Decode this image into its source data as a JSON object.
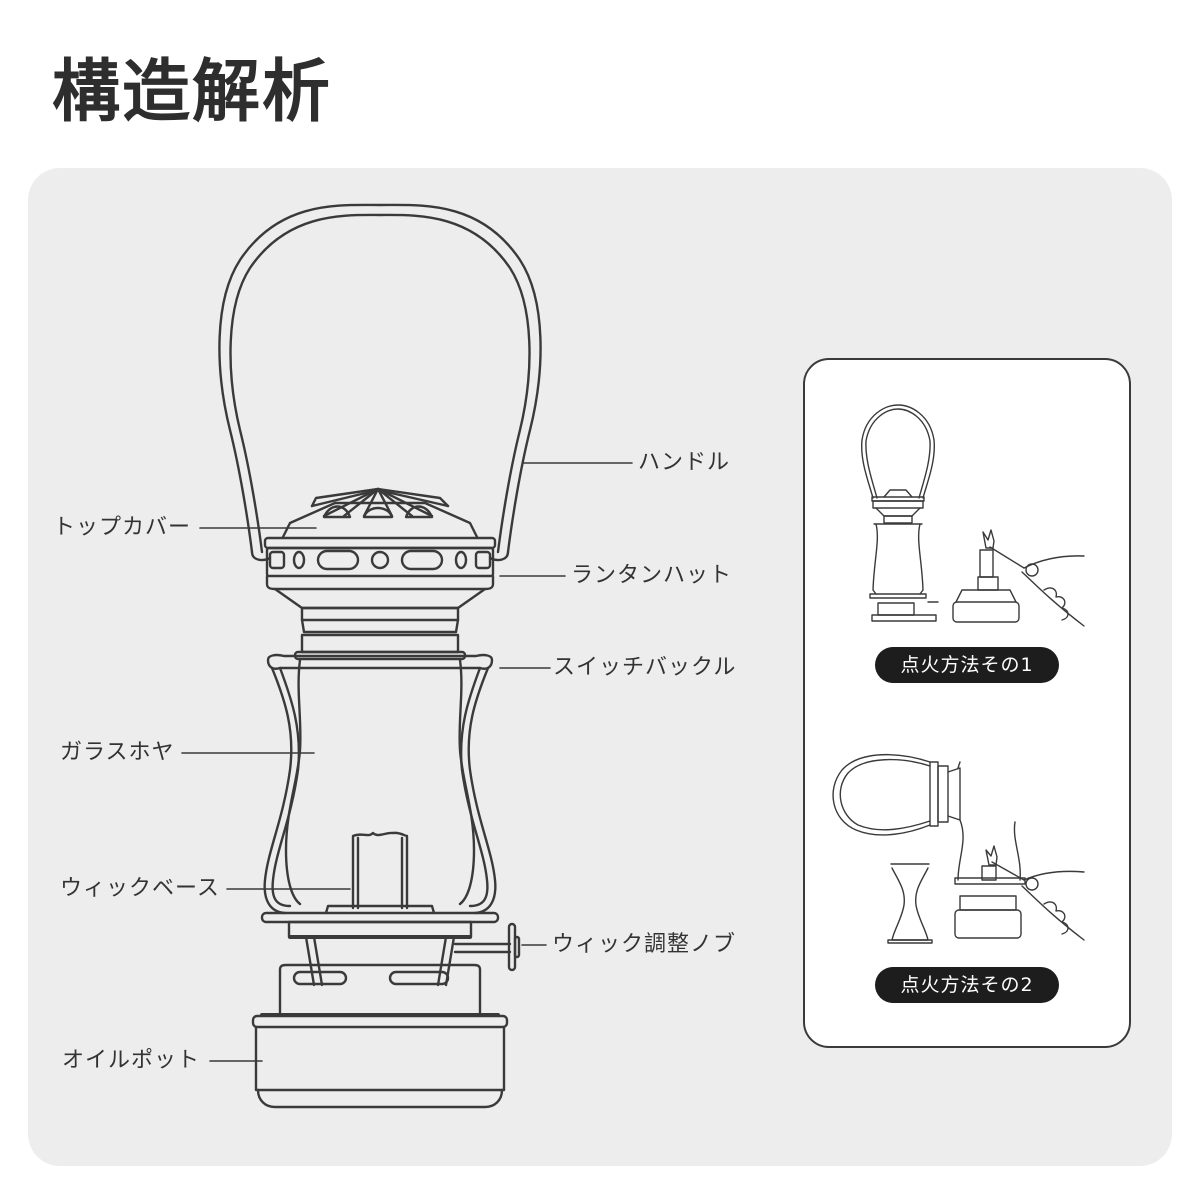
{
  "title": "構造解析",
  "parts": [
    {
      "id": "handle",
      "label": "ハンドル"
    },
    {
      "id": "top-cover",
      "label": "トップカバー"
    },
    {
      "id": "lantern-hat",
      "label": "ランタンハット"
    },
    {
      "id": "switch-buckle",
      "label": "スイッチバックル"
    },
    {
      "id": "glass-globe",
      "label": "ガラスホヤ"
    },
    {
      "id": "wick-base",
      "label": "ウィックベース"
    },
    {
      "id": "wick-knob",
      "label": "ウィック調整ノブ"
    },
    {
      "id": "oil-pot",
      "label": "オイルポット"
    }
  ],
  "lighting_methods": [
    {
      "label": "点火方法その1"
    },
    {
      "label": "点火方法その2"
    }
  ],
  "colors": {
    "panel_bg": "#ededed",
    "line": "#3a3a3a",
    "pill_bg": "#1d1d1d",
    "pill_text": "#ffffff"
  }
}
